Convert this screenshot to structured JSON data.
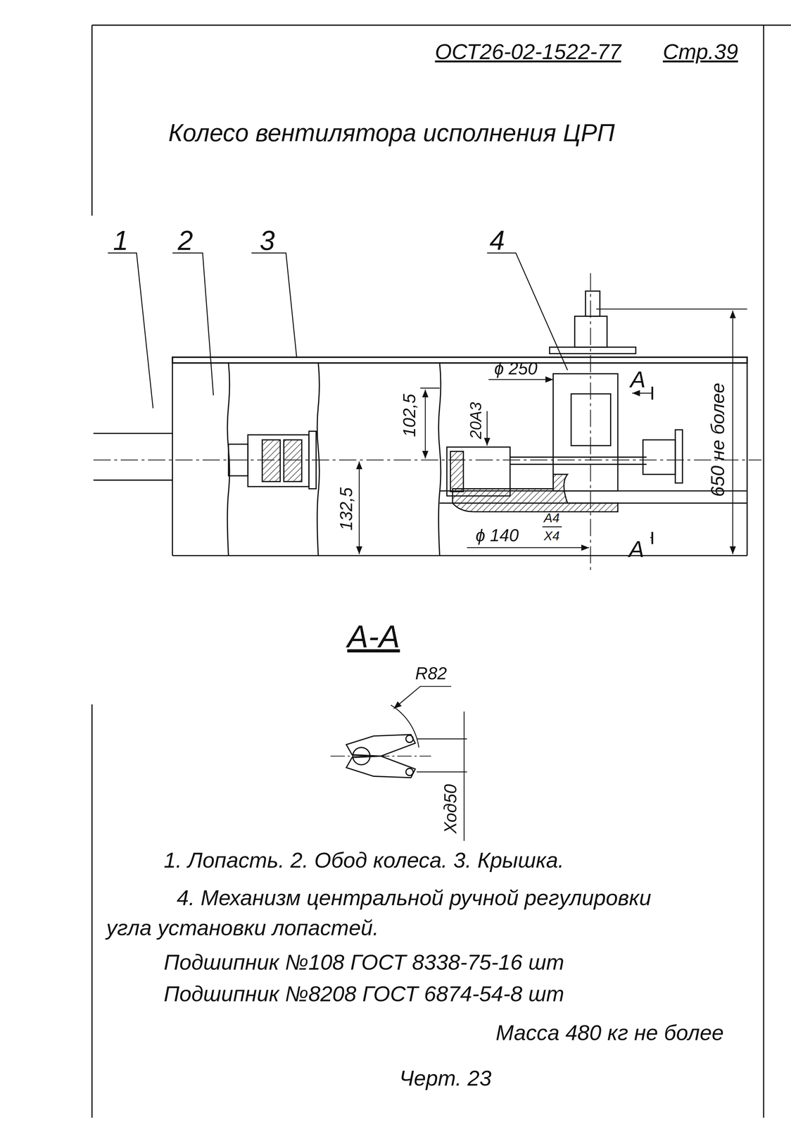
{
  "diagram": {
    "title": "Колесо вентилятора исполнения ЦРП",
    "caption": "Черт. 23",
    "labels": [
      "ОСТ26-02-1522-77",
      "Стр.39",
      "1",
      "2",
      "3",
      "4",
      "ϕ 250",
      "102,5",
      "20А3",
      "132,5",
      "ϕ 140",
      "А4",
      "Х4",
      "А",
      "А",
      "650 не более",
      "А-А",
      "R82",
      "Ход50",
      "1. Лопасть. 2. Обод колеса. 3. Крышка.",
      "4. Механизм центральной ручной регулировки угла установки лопастей.",
      "Подшипник №108 ГОСТ 8338-75-16 шт",
      "Подшипник №8208 ГОСТ 6874-54-8 шт",
      "Масса 480 кг не более"
    ]
  }
}
